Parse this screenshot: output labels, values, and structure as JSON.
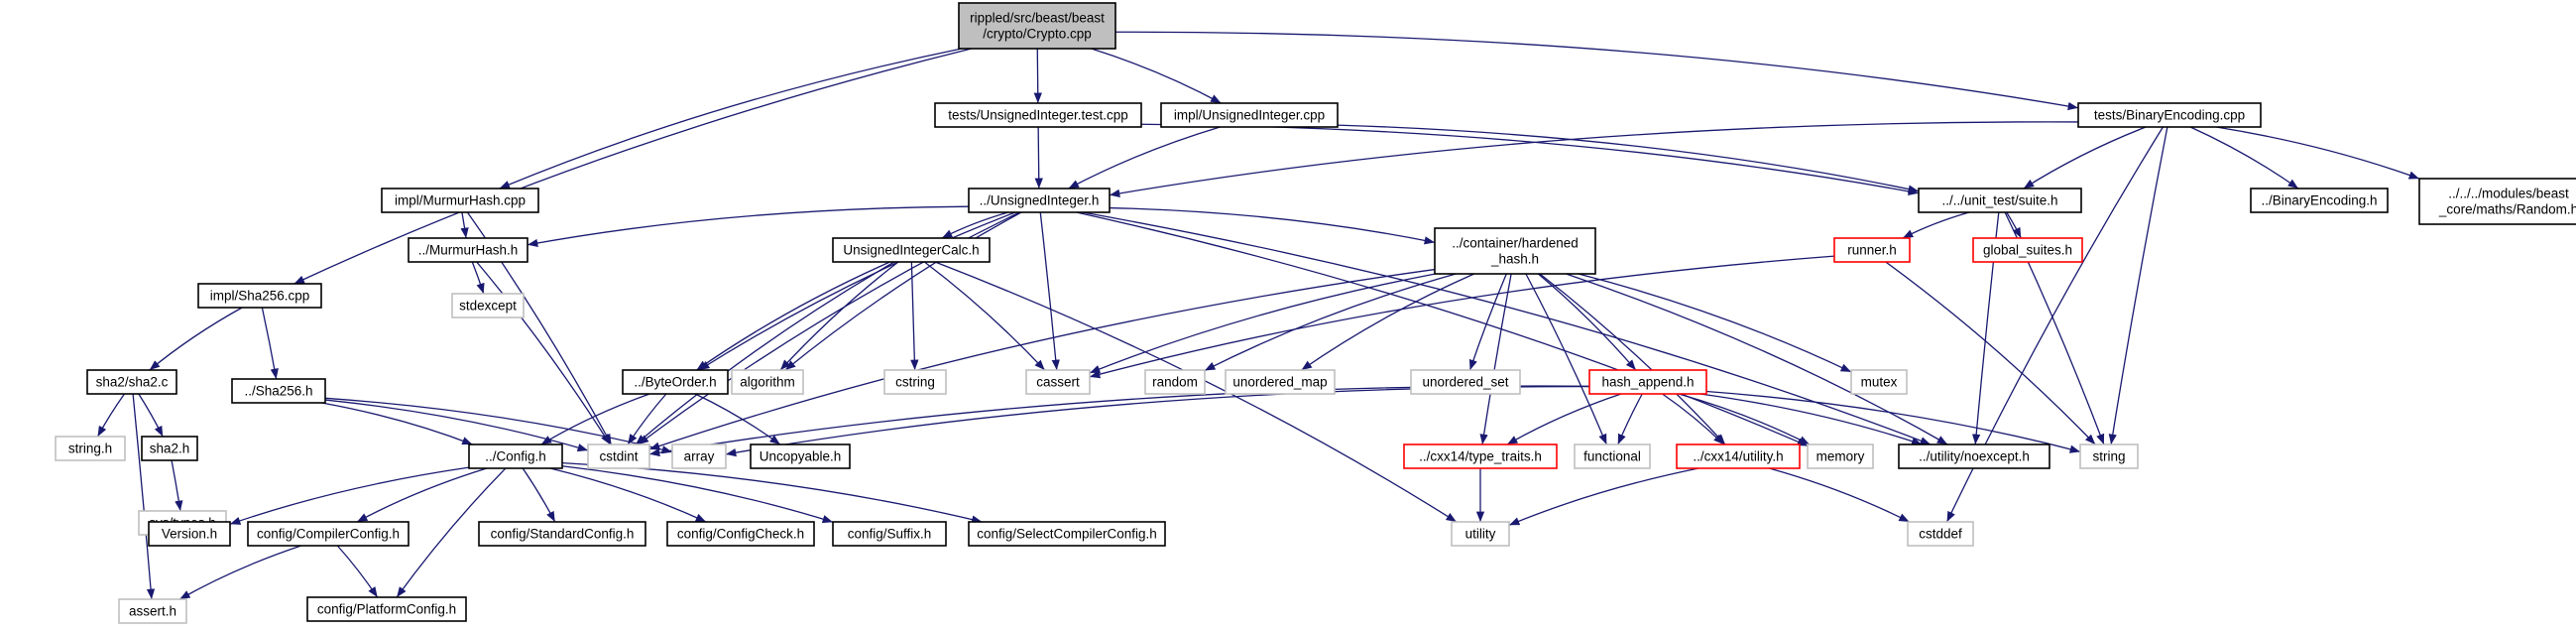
{
  "nodes": [
    {
      "id": "crypto",
      "lines": [
        "rippled/src/beast/beast",
        "/crypto/Crypto.cpp"
      ],
      "style": "root"
    },
    {
      "id": "tests_uint",
      "lines": [
        "tests/UnsignedInteger.test.cpp"
      ],
      "style": "normal"
    },
    {
      "id": "impl_uint",
      "lines": [
        "impl/UnsignedInteger.cpp"
      ],
      "style": "normal"
    },
    {
      "id": "tests_binenc",
      "lines": [
        "tests/BinaryEncoding.cpp"
      ],
      "style": "normal"
    },
    {
      "id": "impl_murmur",
      "lines": [
        "impl/MurmurHash.cpp"
      ],
      "style": "normal"
    },
    {
      "id": "uinteger_h",
      "lines": [
        "../UnsignedInteger.h"
      ],
      "style": "normal"
    },
    {
      "id": "suite_h",
      "lines": [
        "../../unit_test/suite.h"
      ],
      "style": "normal"
    },
    {
      "id": "binenc_h",
      "lines": [
        "../BinaryEncoding.h"
      ],
      "style": "normal"
    },
    {
      "id": "random_h",
      "lines": [
        "../../../modules/beast",
        "_core/maths/Random.h"
      ],
      "style": "normal"
    },
    {
      "id": "impl_sha256",
      "lines": [
        "impl/Sha256.cpp"
      ],
      "style": "normal"
    },
    {
      "id": "murmur_h",
      "lines": [
        "../MurmurHash.h"
      ],
      "style": "normal"
    },
    {
      "id": "uintcalc_h",
      "lines": [
        "UnsignedIntegerCalc.h"
      ],
      "style": "normal"
    },
    {
      "id": "hardened_h",
      "lines": [
        "../container/hardened",
        "_hash.h"
      ],
      "style": "normal"
    },
    {
      "id": "runner_h",
      "lines": [
        "runner.h"
      ],
      "style": "red"
    },
    {
      "id": "global_suites_h",
      "lines": [
        "global_suites.h"
      ],
      "style": "red"
    },
    {
      "id": "stdexcept",
      "lines": [
        "stdexcept"
      ],
      "style": "gray"
    },
    {
      "id": "sha2_c",
      "lines": [
        "sha2/sha2.c"
      ],
      "style": "normal"
    },
    {
      "id": "sha256_h",
      "lines": [
        "../Sha256.h"
      ],
      "style": "normal"
    },
    {
      "id": "byteorder_h",
      "lines": [
        "../ByteOrder.h"
      ],
      "style": "normal"
    },
    {
      "id": "algorithm",
      "lines": [
        "algorithm"
      ],
      "style": "gray"
    },
    {
      "id": "cstring",
      "lines": [
        "cstring"
      ],
      "style": "gray"
    },
    {
      "id": "cassert",
      "lines": [
        "cassert"
      ],
      "style": "gray"
    },
    {
      "id": "random",
      "lines": [
        "random"
      ],
      "style": "gray"
    },
    {
      "id": "unordered_map",
      "lines": [
        "unordered_map"
      ],
      "style": "gray"
    },
    {
      "id": "unordered_set",
      "lines": [
        "unordered_set"
      ],
      "style": "gray"
    },
    {
      "id": "hash_append_h",
      "lines": [
        "hash_append.h"
      ],
      "style": "red"
    },
    {
      "id": "mutex",
      "lines": [
        "mutex"
      ],
      "style": "gray"
    },
    {
      "id": "string_h",
      "lines": [
        "string.h"
      ],
      "style": "gray"
    },
    {
      "id": "sha2_h",
      "lines": [
        "sha2.h"
      ],
      "style": "normal"
    },
    {
      "id": "cstdint",
      "lines": [
        "cstdint"
      ],
      "style": "gray"
    },
    {
      "id": "array",
      "lines": [
        "array"
      ],
      "style": "gray"
    },
    {
      "id": "uncopyable_h",
      "lines": [
        "Uncopyable.h"
      ],
      "style": "normal"
    },
    {
      "id": "config_h",
      "lines": [
        "../Config.h"
      ],
      "style": "normal"
    },
    {
      "id": "cxx14_type_traits",
      "lines": [
        "../cxx14/type_traits.h"
      ],
      "style": "red"
    },
    {
      "id": "functional",
      "lines": [
        "functional"
      ],
      "style": "gray"
    },
    {
      "id": "cxx14_utility",
      "lines": [
        "../cxx14/utility.h"
      ],
      "style": "red"
    },
    {
      "id": "memory",
      "lines": [
        "memory"
      ],
      "style": "gray"
    },
    {
      "id": "noexcept_h",
      "lines": [
        "../utility/noexcept.h"
      ],
      "style": "normal"
    },
    {
      "id": "string",
      "lines": [
        "string"
      ],
      "style": "gray"
    },
    {
      "id": "sys_types_h",
      "lines": [
        "sys/types.h"
      ],
      "style": "gray"
    },
    {
      "id": "version_h",
      "lines": [
        "Version.h"
      ],
      "style": "normal"
    },
    {
      "id": "compilerconfig_h",
      "lines": [
        "config/CompilerConfig.h"
      ],
      "style": "normal"
    },
    {
      "id": "standardconfig_h",
      "lines": [
        "config/StandardConfig.h"
      ],
      "style": "normal"
    },
    {
      "id": "configcheck_h",
      "lines": [
        "config/ConfigCheck.h"
      ],
      "style": "normal"
    },
    {
      "id": "suffix_h",
      "lines": [
        "config/Suffix.h"
      ],
      "style": "normal"
    },
    {
      "id": "selectcompilerconfig_h",
      "lines": [
        "config/SelectCompilerConfig.h"
      ],
      "style": "normal"
    },
    {
      "id": "utility",
      "lines": [
        "utility"
      ],
      "style": "gray"
    },
    {
      "id": "cstddef",
      "lines": [
        "cstddef"
      ],
      "style": "gray"
    },
    {
      "id": "assert_h",
      "lines": [
        "assert.h"
      ],
      "style": "gray"
    },
    {
      "id": "platformconfig_h",
      "lines": [
        "config/PlatformConfig.h"
      ],
      "style": "normal"
    }
  ],
  "edges": [
    [
      "crypto",
      "tests_uint"
    ],
    [
      "crypto",
      "impl_uint"
    ],
    [
      "crypto",
      "tests_binenc"
    ],
    [
      "crypto",
      "impl_murmur"
    ],
    [
      "crypto",
      "impl_sha256"
    ],
    [
      "tests_uint",
      "uinteger_h"
    ],
    [
      "tests_uint",
      "suite_h"
    ],
    [
      "impl_uint",
      "uinteger_h"
    ],
    [
      "impl_uint",
      "suite_h"
    ],
    [
      "tests_binenc",
      "uinteger_h"
    ],
    [
      "tests_binenc",
      "suite_h"
    ],
    [
      "tests_binenc",
      "binenc_h"
    ],
    [
      "tests_binenc",
      "random_h"
    ],
    [
      "tests_binenc",
      "string"
    ],
    [
      "tests_binenc",
      "cstddef"
    ],
    [
      "impl_murmur",
      "murmur_h"
    ],
    [
      "impl_murmur",
      "cstdint"
    ],
    [
      "uinteger_h",
      "murmur_h"
    ],
    [
      "uinteger_h",
      "uintcalc_h"
    ],
    [
      "uinteger_h",
      "hardened_h"
    ],
    [
      "uinteger_h",
      "byteorder_h"
    ],
    [
      "uinteger_h",
      "algorithm"
    ],
    [
      "uinteger_h",
      "cassert"
    ],
    [
      "uinteger_h",
      "cstdint"
    ],
    [
      "uinteger_h",
      "memory"
    ],
    [
      "uinteger_h",
      "noexcept_h"
    ],
    [
      "suite_h",
      "runner_h"
    ],
    [
      "suite_h",
      "global_suites_h"
    ],
    [
      "suite_h",
      "string"
    ],
    [
      "suite_h",
      "noexcept_h"
    ],
    [
      "runner_h",
      "cassert"
    ],
    [
      "runner_h",
      "string"
    ],
    [
      "impl_sha256",
      "sha2_c"
    ],
    [
      "impl_sha256",
      "sha256_h"
    ],
    [
      "murmur_h",
      "stdexcept"
    ],
    [
      "murmur_h",
      "cstdint"
    ],
    [
      "uintcalc_h",
      "byteorder_h"
    ],
    [
      "uintcalc_h",
      "algorithm"
    ],
    [
      "uintcalc_h",
      "cstring"
    ],
    [
      "uintcalc_h",
      "cassert"
    ],
    [
      "uintcalc_h",
      "cstdint"
    ],
    [
      "uintcalc_h",
      "utility"
    ],
    [
      "hardened_h",
      "cassert"
    ],
    [
      "hardened_h",
      "random"
    ],
    [
      "hardened_h",
      "unordered_map"
    ],
    [
      "hardened_h",
      "unordered_set"
    ],
    [
      "hardened_h",
      "hash_append_h"
    ],
    [
      "hardened_h",
      "mutex"
    ],
    [
      "hardened_h",
      "functional"
    ],
    [
      "hardened_h",
      "cxx14_type_traits"
    ],
    [
      "hardened_h",
      "cxx14_utility"
    ],
    [
      "hardened_h",
      "noexcept_h"
    ],
    [
      "hardened_h",
      "cstdint"
    ],
    [
      "hash_append_h",
      "array"
    ],
    [
      "hash_append_h",
      "cstdint"
    ],
    [
      "hash_append_h",
      "functional"
    ],
    [
      "hash_append_h",
      "cxx14_type_traits"
    ],
    [
      "hash_append_h",
      "cxx14_utility"
    ],
    [
      "hash_append_h",
      "memory"
    ],
    [
      "hash_append_h",
      "noexcept_h"
    ],
    [
      "hash_append_h",
      "string"
    ],
    [
      "sha2_c",
      "string_h"
    ],
    [
      "sha2_c",
      "sha2_h"
    ],
    [
      "sha2_c",
      "assert_h"
    ],
    [
      "sha2_h",
      "sys_types_h"
    ],
    [
      "sha256_h",
      "config_h"
    ],
    [
      "sha256_h",
      "cstdint"
    ],
    [
      "sha256_h",
      "array"
    ],
    [
      "byteorder_h",
      "config_h"
    ],
    [
      "byteorder_h",
      "uncopyable_h"
    ],
    [
      "byteorder_h",
      "cstdint"
    ],
    [
      "config_h",
      "version_h"
    ],
    [
      "config_h",
      "compilerconfig_h"
    ],
    [
      "config_h",
      "standardconfig_h"
    ],
    [
      "config_h",
      "configcheck_h"
    ],
    [
      "config_h",
      "suffix_h"
    ],
    [
      "config_h",
      "selectcompilerconfig_h"
    ],
    [
      "config_h",
      "platformconfig_h"
    ],
    [
      "compilerconfig_h",
      "platformconfig_h"
    ],
    [
      "compilerconfig_h",
      "assert_h"
    ],
    [
      "cxx14_type_traits",
      "utility"
    ],
    [
      "cxx14_utility",
      "utility"
    ],
    [
      "cxx14_utility",
      "cstddef"
    ]
  ],
  "colors": {
    "edge": "#191970",
    "root_fill": "#bfbfbf",
    "node_border": "#000000",
    "external_border": "#bfbfbf",
    "undocumented_border": "#ff0000",
    "text": "#000000"
  }
}
